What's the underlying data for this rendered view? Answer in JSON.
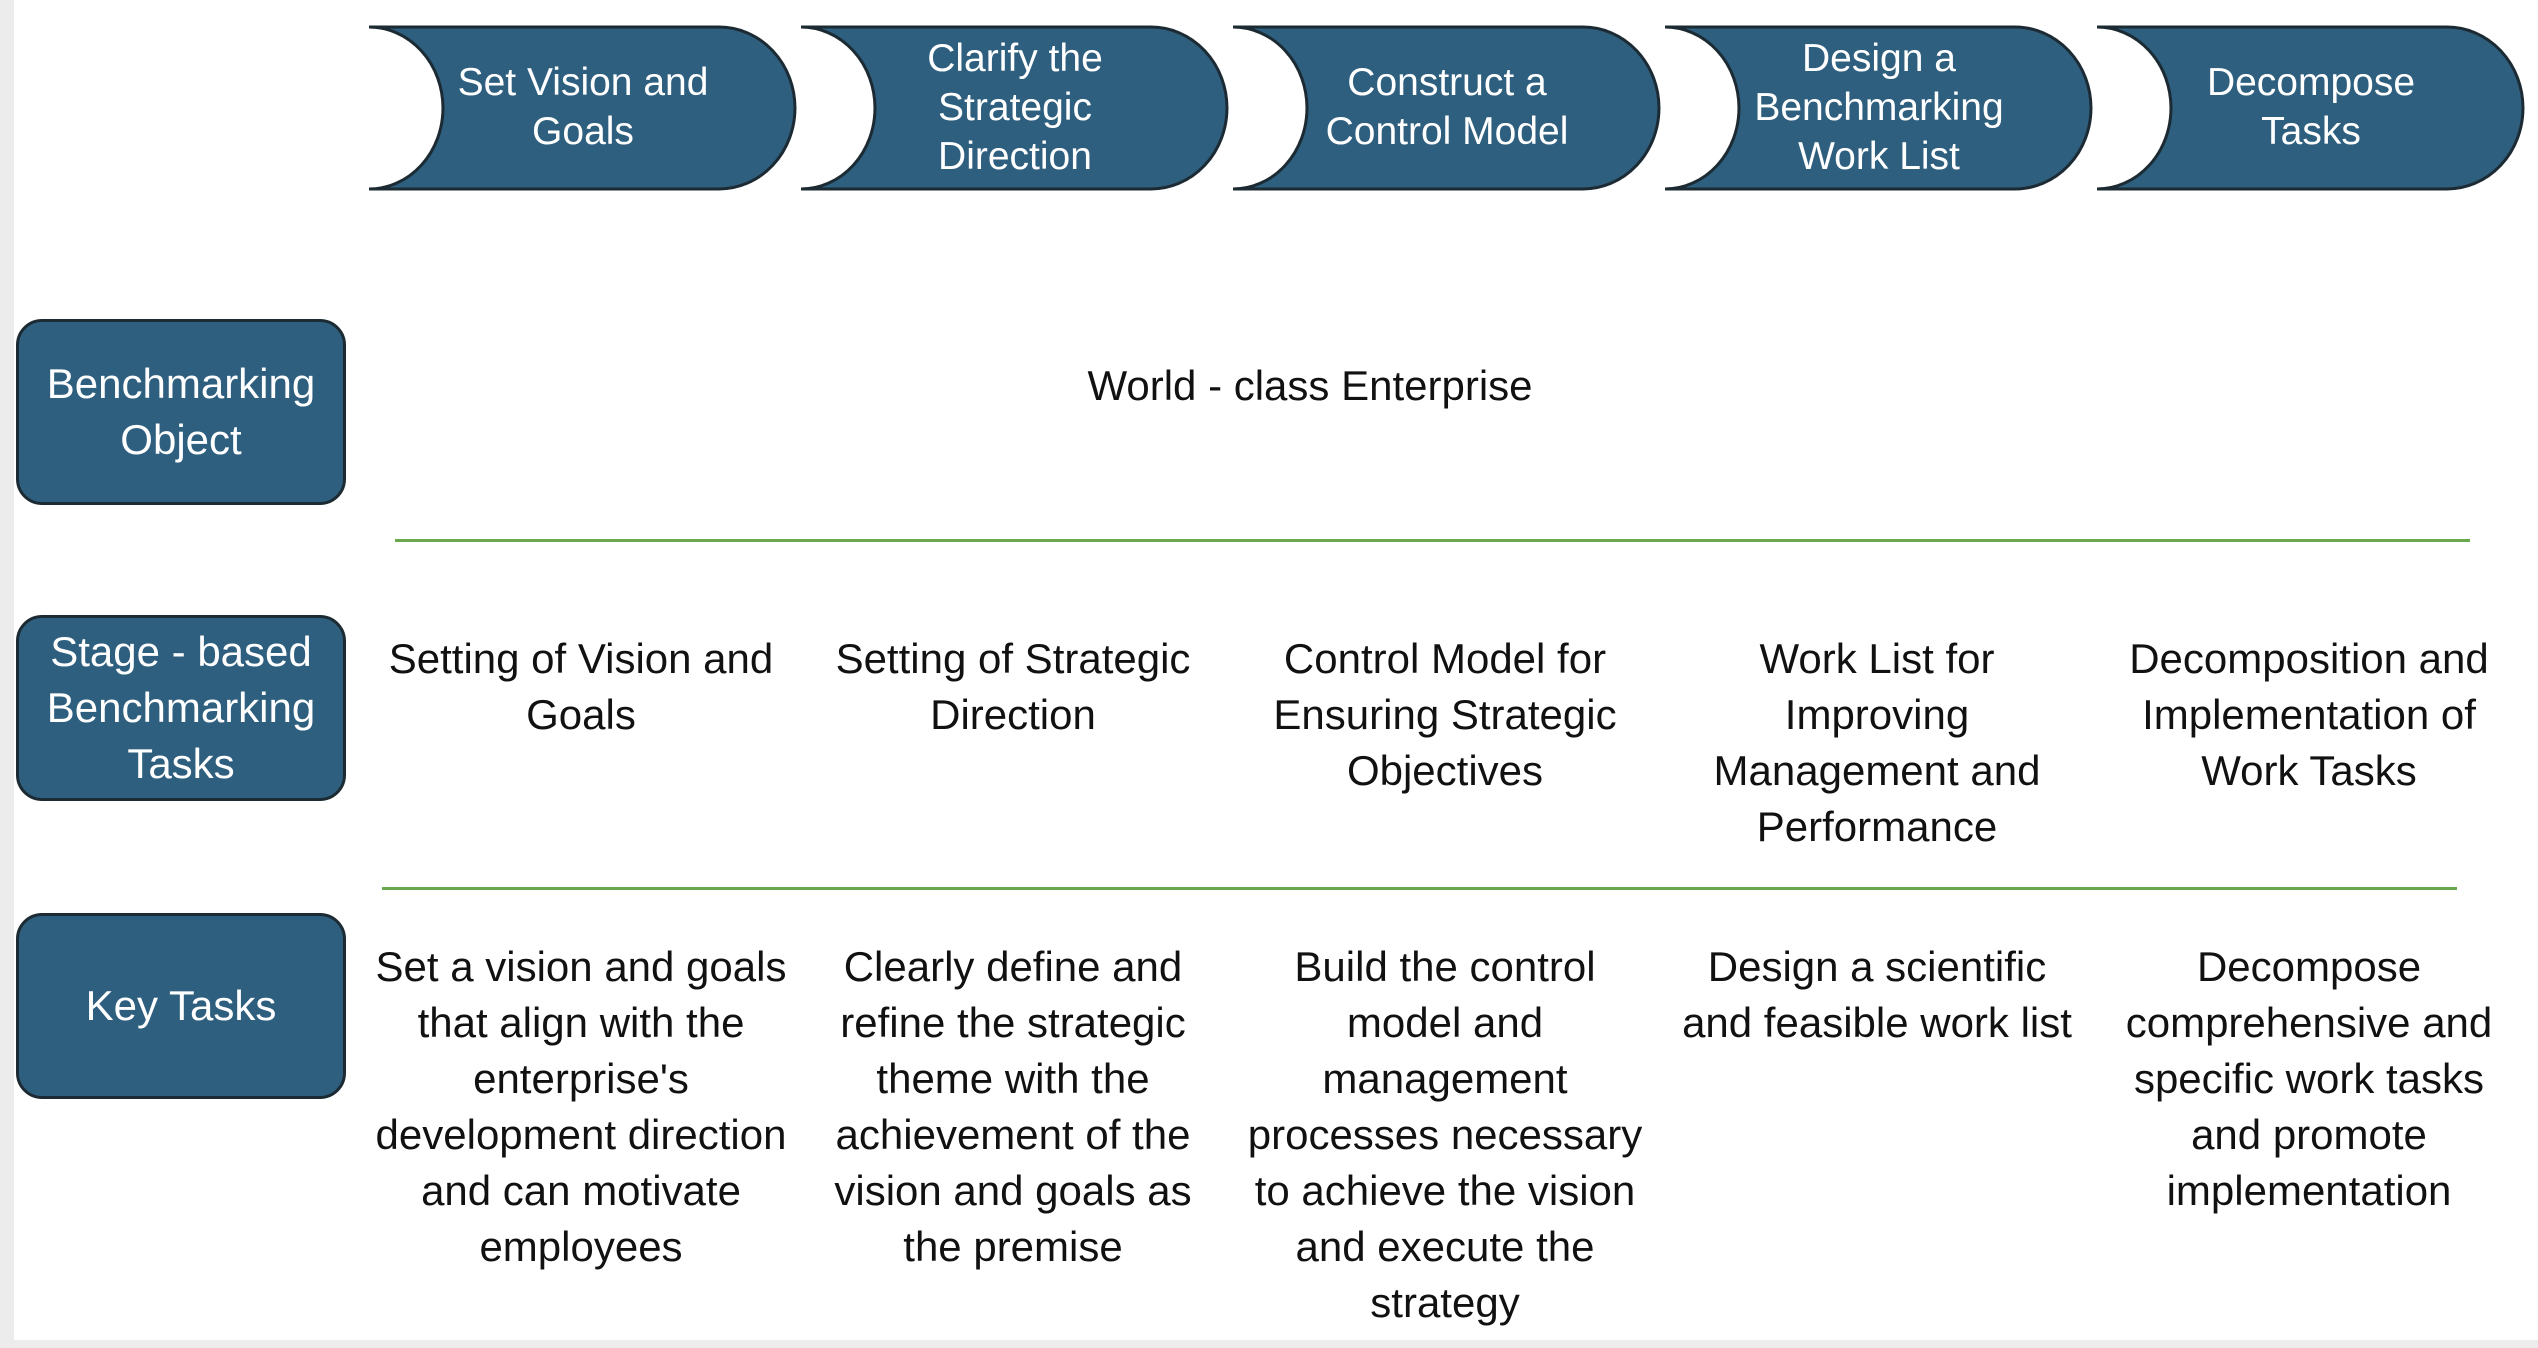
{
  "stages": [
    {
      "label": "Set Vision and\nGoals"
    },
    {
      "label": "Clarify the\nStrategic\nDirection"
    },
    {
      "label": "Construct a\nControl Model"
    },
    {
      "label": "Design a\nBenchmarking\nWork List"
    },
    {
      "label": "Decompose\nTasks"
    }
  ],
  "rows": {
    "benchmarking_object": {
      "label": "Benchmarking\nObject",
      "value": "World - class Enterprise"
    },
    "stage_tasks": {
      "label": "Stage - based\nBenchmarking\nTasks",
      "cells": [
        "Setting of Vision and Goals",
        "Setting of Strategic Direction",
        "Control Model for Ensuring Strategic Objectives",
        "Work List for Improving Management and Performance",
        "Decomposition and Implementation of Work Tasks"
      ]
    },
    "key_tasks": {
      "label": "Key Tasks",
      "cells": [
        "Set a vision and goals that align with the enterprise's development direction and can motivate employees",
        "Clearly define and refine the strategic theme with the achievement of the vision and goals as the premise",
        "Build the control model and management processes necessary to achieve the vision and execute the strategy",
        "Design a scientific and feasible work list",
        "Decompose comprehensive and specific work tasks and promote implementation"
      ]
    }
  },
  "colors": {
    "box_fill": "#2e5f7f",
    "box_outline": "#1c2b33",
    "divider": "#6aa84f",
    "text_on_box": "#ffffff",
    "body_text": "#111111"
  }
}
